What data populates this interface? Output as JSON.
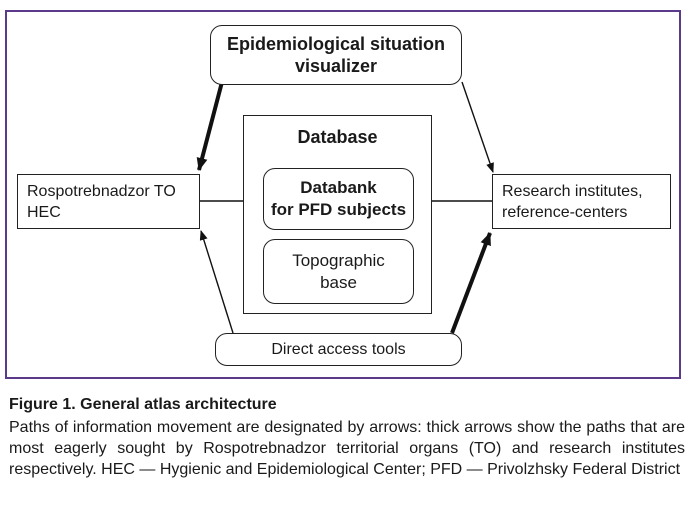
{
  "diagram": {
    "visualizer": "Epidemiological situation\nvisualizer",
    "database_title": "Database",
    "databank": "Databank\nfor PFD subjects",
    "topographic": "Topographic\nbase",
    "rospotrebnadzor": "Rospotrebnadzor TO\nHEC",
    "research": "Research institutes,\nreference-centers",
    "access_tools": "Direct access tools",
    "frame_color": "#5b3a8c"
  },
  "caption": {
    "title": "Figure 1. General atlas architecture",
    "text": "Paths of information movement are designated by arrows: thick arrows show the paths that are most eagerly sought by Rospotrebnadzor territorial organs (TO) and research institutes respectively. HEC — Hygienic and Epidemiological Center; PFD — Privolzhsky Federal District"
  }
}
